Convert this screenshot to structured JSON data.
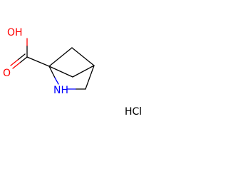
{
  "molecule": {
    "atoms": {
      "hydroxyl": "OH",
      "carbonyl_oxygen": "O",
      "amine": "NH"
    },
    "salt": "HCl"
  },
  "colors": {
    "bond": "#000000",
    "oxygen": "#ff0000",
    "nitrogen": "#0000ff",
    "text": "#000000"
  }
}
